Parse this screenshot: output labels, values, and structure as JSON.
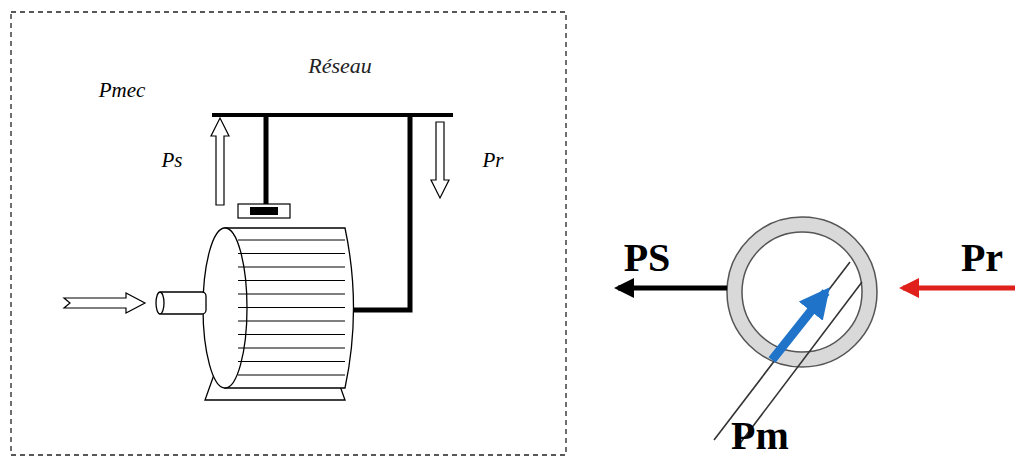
{
  "diagram": {
    "labels": [
      "Réseau",
      "Ps",
      "Pr",
      "Pmec",
      "PS",
      "Pr",
      "Pm"
    ]
  }
}
